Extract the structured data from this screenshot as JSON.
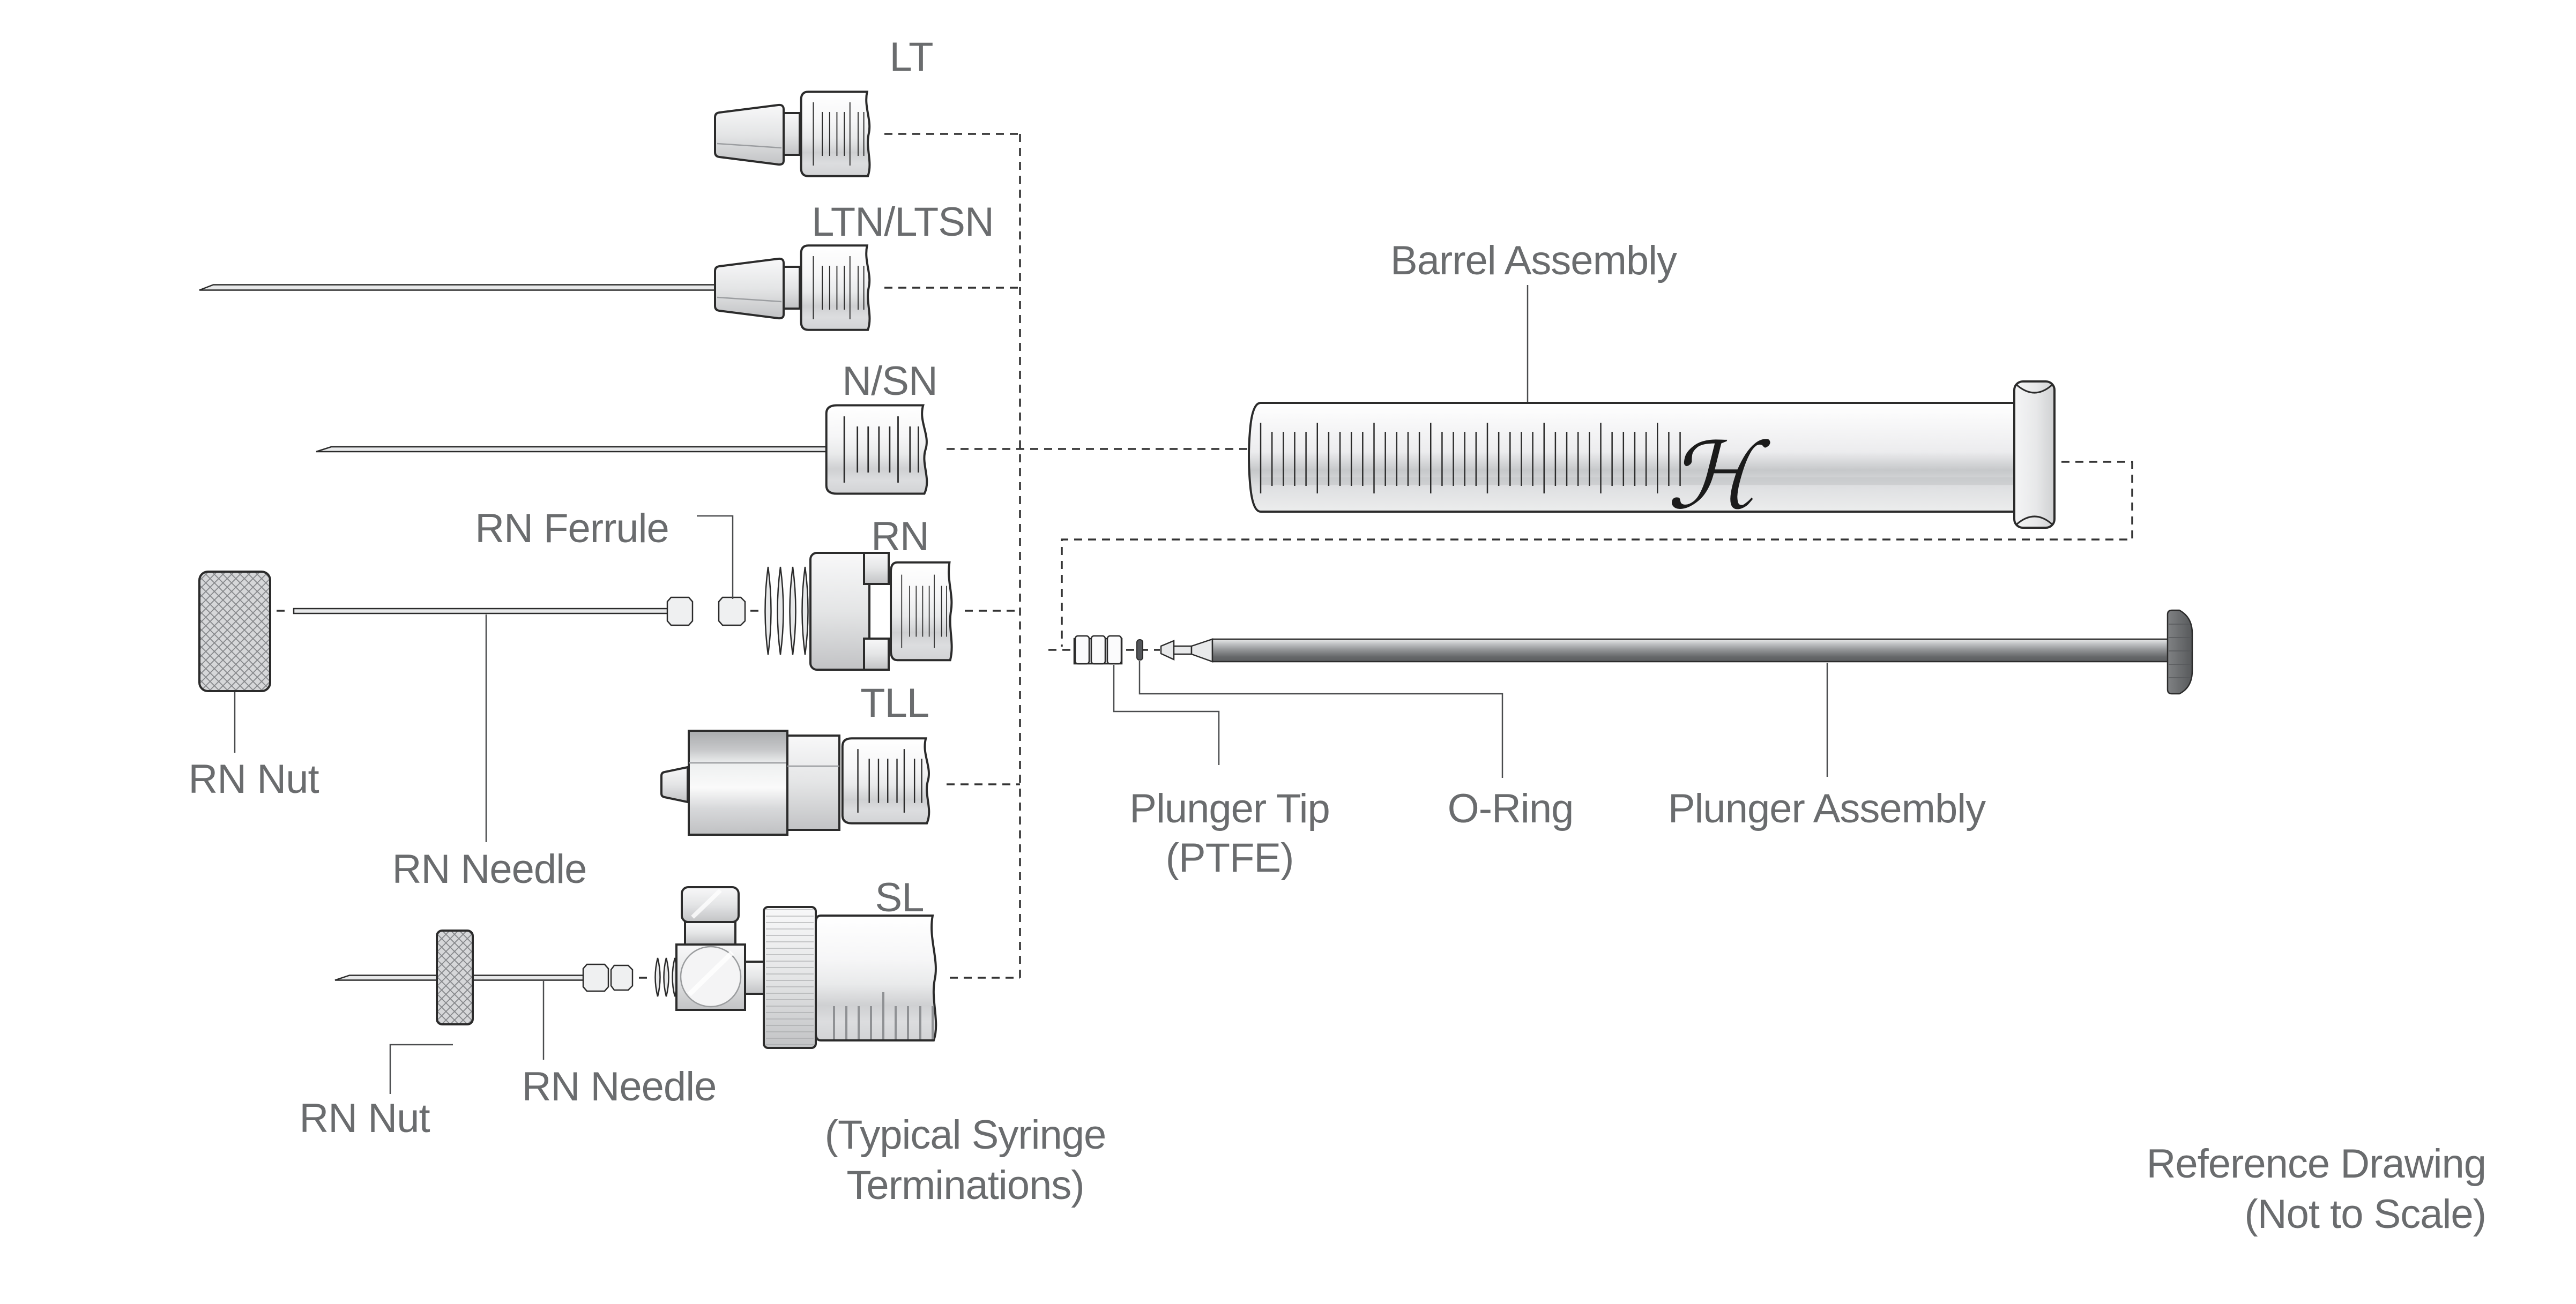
{
  "labels": {
    "lt": "LT",
    "ltn": "LTN/LTSN",
    "nsn": "N/SN",
    "rn": "RN",
    "tll": "TLL",
    "sl": "SL",
    "barrel_assembly": "Barrel Assembly",
    "rn_ferrule": "RN Ferrule",
    "rn_nut_top": "RN Nut",
    "rn_needle_top": "RN Needle",
    "rn_nut_bottom": "RN Nut",
    "rn_needle_bottom": "RN Needle",
    "typical_line1": "(Typical Syringe",
    "typical_line2": "Terminations)",
    "plunger_tip_line1": "Plunger Tip",
    "plunger_tip_line2": "(PTFE)",
    "o_ring": "O-Ring",
    "plunger_assembly": "Plunger Assembly",
    "reference_line1": "Reference Drawing",
    "reference_line2": "(Not to Scale)"
  },
  "logo": {
    "glyph": "ℋ"
  },
  "colors": {
    "outline": "#2b2b2b",
    "label_text": "#6a6c6e",
    "dashed_line": "#333333",
    "metal_light": "#f2f2f3",
    "metal_mid": "#d6d7d9",
    "metal_dark": "#a9abad",
    "rod_dark": "#5a5c5e",
    "o_ring": "#54565a"
  }
}
